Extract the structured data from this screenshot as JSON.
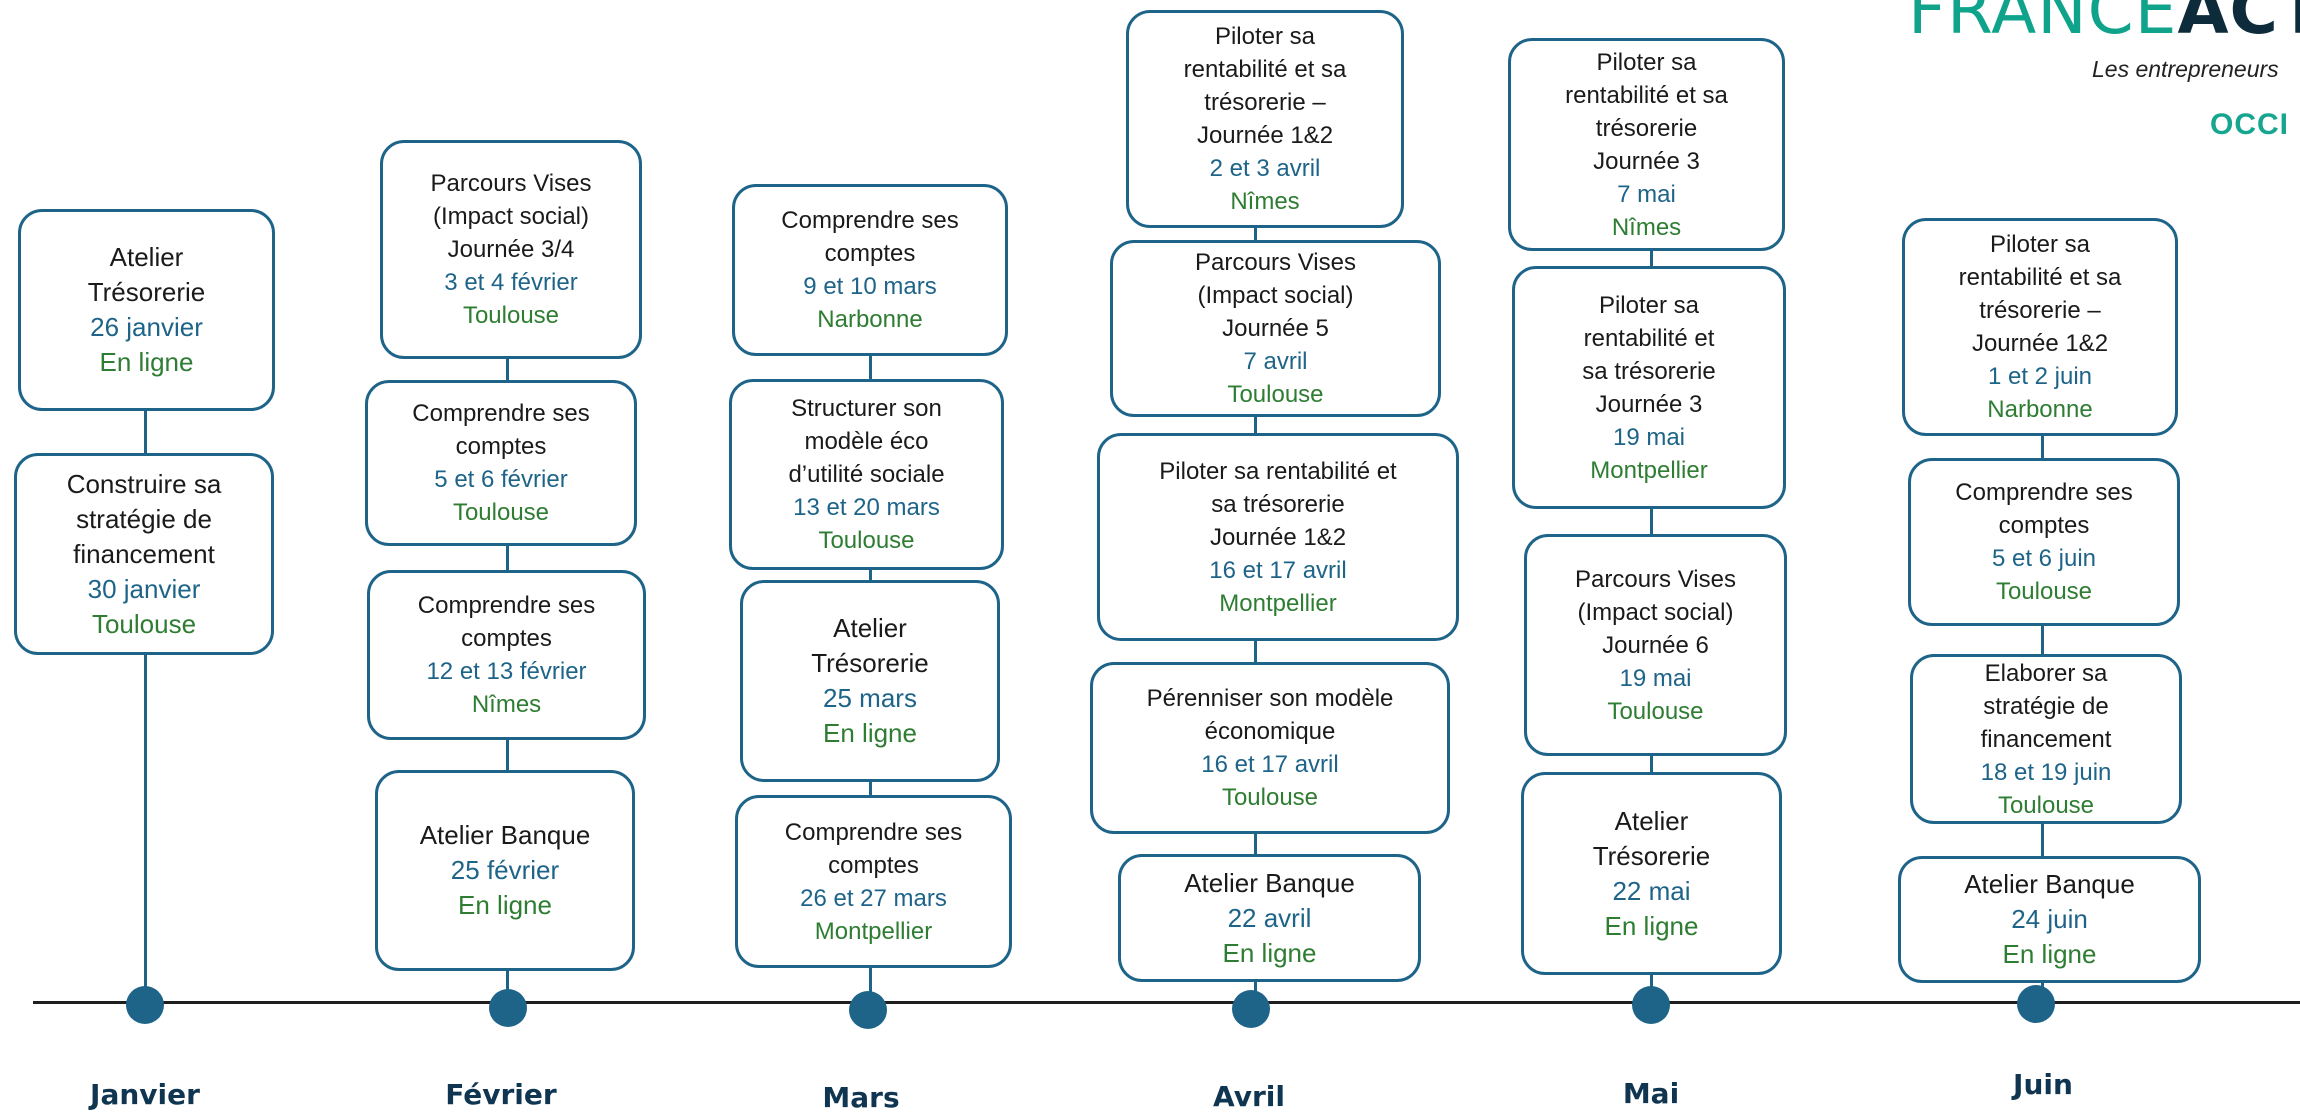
{
  "logo": {
    "brand_part1": "FRANCE",
    "brand_part2": "ACT",
    "tagline": "Les entrepreneurs",
    "region": "OCCI"
  },
  "colors": {
    "accent": "#1e6489",
    "date": "#1e6489",
    "location": "#2e7d32",
    "month": "#0f3551",
    "axis": "#1e1e1e",
    "brand": "#0ea38a"
  },
  "months": [
    {
      "label": "Janvier",
      "events": [
        {
          "title": "Atelier\nTrésorerie",
          "date": "26 janvier",
          "location": "En ligne"
        },
        {
          "title": "Construire sa\nstratégie de\nfinancement",
          "date": "30 janvier",
          "location": "Toulouse"
        }
      ]
    },
    {
      "label": "Février",
      "events": [
        {
          "title": "Parcours Vises\n(Impact social)\nJournée 3/4",
          "date": "3 et 4 février",
          "location": "Toulouse"
        },
        {
          "title": "Comprendre ses\ncomptes",
          "date": "5 et 6 février",
          "location": "Toulouse"
        },
        {
          "title": "Comprendre ses\ncomptes",
          "date": "12 et 13 février",
          "location": "Nîmes"
        },
        {
          "title": "Atelier Banque",
          "date": "25 février",
          "location": "En ligne"
        }
      ]
    },
    {
      "label": "Mars",
      "events": [
        {
          "title": "Comprendre ses\ncomptes",
          "date": "9 et 10 mars",
          "location": "Narbonne"
        },
        {
          "title": "Structurer son\nmodèle éco\nd’utilité sociale",
          "date": "13 et 20 mars",
          "location": "Toulouse"
        },
        {
          "title": "Atelier\nTrésorerie",
          "date": "25 mars",
          "location": "En ligne"
        },
        {
          "title": "Comprendre ses\ncomptes",
          "date": "26 et 27 mars",
          "location": "Montpellier"
        }
      ]
    },
    {
      "label": "Avril",
      "events": [
        {
          "title": "Piloter sa\nrentabilité et sa\ntrésorerie –\nJournée 1&2",
          "date": "2 et 3 avril",
          "location": "Nîmes"
        },
        {
          "title": "Parcours Vises\n(Impact social)\nJournée 5",
          "date": "7 avril",
          "location": "Toulouse"
        },
        {
          "title": "Piloter sa rentabilité et\nsa trésorerie\nJournée 1&2",
          "date": "16 et 17 avril",
          "location": "Montpellier"
        },
        {
          "title": "Pérenniser son modèle\néconomique",
          "date": "16 et 17 avril",
          "location": "Toulouse"
        },
        {
          "title": "Atelier Banque",
          "date": "22 avril",
          "location": "En ligne"
        }
      ]
    },
    {
      "label": "Mai",
      "events": [
        {
          "title": "Piloter sa\nrentabilité et sa\ntrésorerie\nJournée 3",
          "date": "7 mai",
          "location": "Nîmes"
        },
        {
          "title": "Piloter sa\nrentabilité et\nsa trésorerie\nJournée 3",
          "date": "19 mai",
          "location": "Montpellier"
        },
        {
          "title": "Parcours Vises\n(Impact social)\nJournée 6",
          "date": "19 mai",
          "location": "Toulouse"
        },
        {
          "title": "Atelier\nTrésorerie",
          "date": "22 mai",
          "location": "En ligne"
        }
      ]
    },
    {
      "label": "Juin",
      "events": [
        {
          "title": "Piloter sa\nrentabilité et sa\ntrésorerie –\nJournée 1&2",
          "date": "1 et 2 juin",
          "location": "Narbonne"
        },
        {
          "title": "Comprendre ses\ncomptes",
          "date": "5 et 6 juin",
          "location": "Toulouse"
        },
        {
          "title": "Elaborer sa\nstratégie de\nfinancement",
          "date": "18 et 19 juin",
          "location": "Toulouse"
        },
        {
          "title": "Atelier Banque",
          "date": "24 juin",
          "location": "En ligne"
        }
      ]
    }
  ]
}
